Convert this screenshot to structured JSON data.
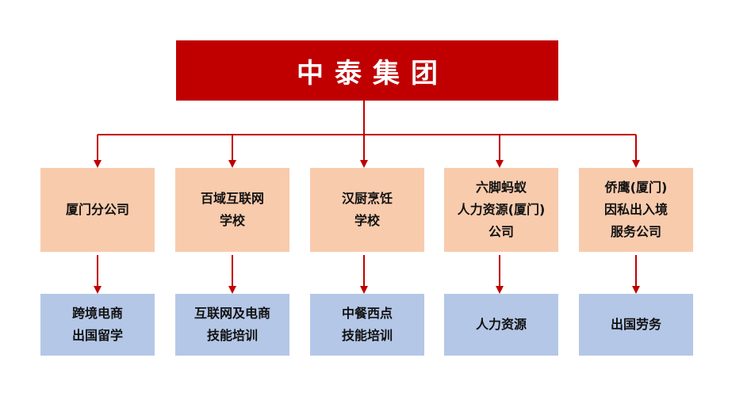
{
  "colors": {
    "root_fill": "#c00000",
    "root_text": "#ffffff",
    "level1_fill": "#f8cbad",
    "level2_fill": "#b4c7e7",
    "connector": "#c00000"
  },
  "root": {
    "label": "中泰集团"
  },
  "branches": [
    {
      "name": [
        "厦门分公司"
      ],
      "service": [
        "跨境电商",
        "出国留学"
      ]
    },
    {
      "name": [
        "百域互联网",
        "学校"
      ],
      "service": [
        "互联网及电商",
        "技能培训"
      ]
    },
    {
      "name": [
        "汉厨烹饪",
        "学校"
      ],
      "service": [
        "中餐西点",
        "技能培训"
      ]
    },
    {
      "name": [
        "六脚蚂蚁",
        "人力资源(厦门)",
        "公司"
      ],
      "service": [
        "人力资源"
      ]
    },
    {
      "name": [
        "侨鹰(厦门)",
        "因私出入境",
        "服务公司"
      ],
      "service": [
        "出国劳务"
      ]
    }
  ]
}
